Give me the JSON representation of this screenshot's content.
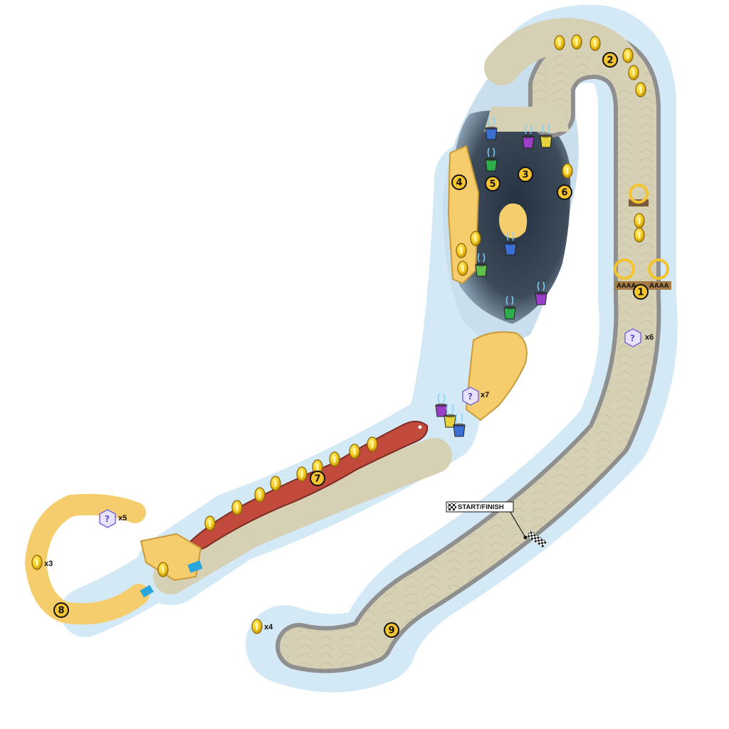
{
  "map": {
    "start_finish_label": "START/FINISH",
    "checkpoints": [
      "1",
      "2",
      "3",
      "4",
      "5",
      "6",
      "7",
      "8",
      "9"
    ],
    "item_box_counts": [
      "x6",
      "x7",
      "x5"
    ],
    "coin_counts": [
      "x3",
      "x4"
    ],
    "boost_pad_label": "AAAA",
    "colors": {
      "water_glow": "#d3e9f6",
      "track_sand": "#d6d0b5",
      "track_edge": "#9c9c9c",
      "sand_platform": "#f6cd6d",
      "red_eel": "#c24a3c",
      "cave": "#34414f",
      "coin": "#f2c41a",
      "marker": "#f4c430"
    },
    "icons": [
      "coin-icon",
      "item-box-icon",
      "checkpoint-marker-icon",
      "bucket-icon",
      "ring-gate-icon",
      "checkered-flag-icon"
    ]
  }
}
